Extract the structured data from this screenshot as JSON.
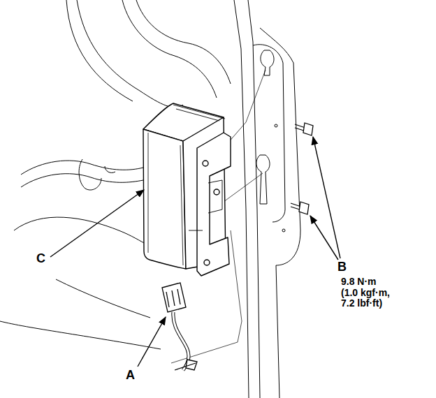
{
  "diagram": {
    "labels": [
      "C",
      "A",
      "B",
      "9.8 N·m (1.0 kgf·m, 7.2 lbf·ft)"
    ]
  }
}
